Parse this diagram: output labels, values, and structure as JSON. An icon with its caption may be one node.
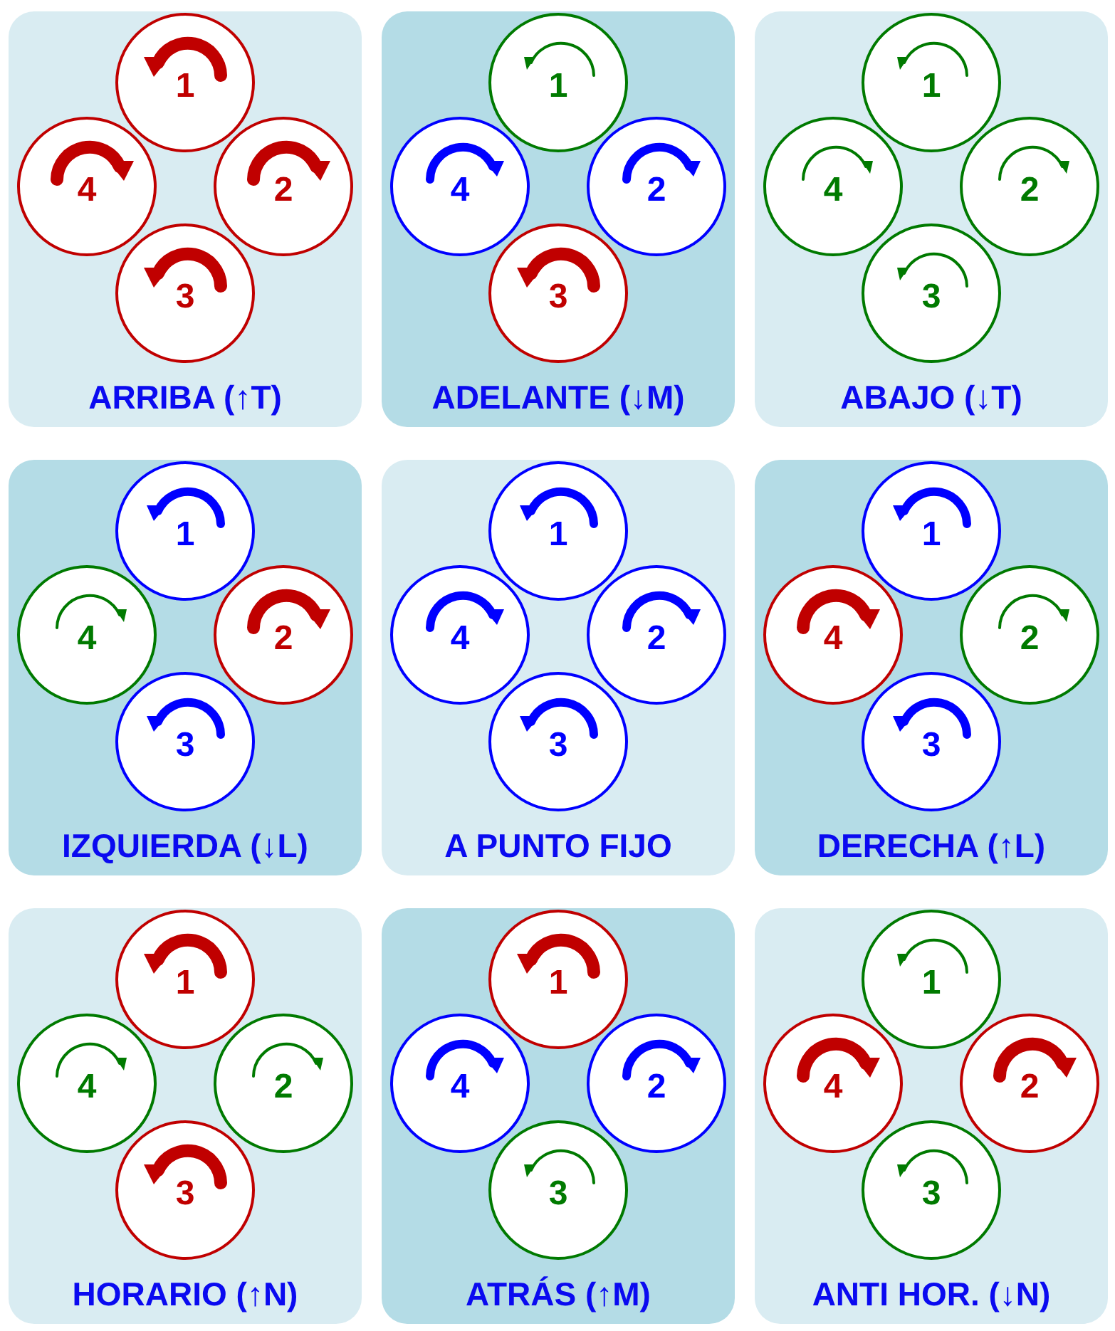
{
  "diagram": {
    "nodes": [
      {
        "text": [
          "ARRIBA (↑T)"
        ]
      },
      {
        "text": [
          "1"
        ],
        "in": 0
      },
      {
        "text": [
          "4"
        ],
        "in": 0
      },
      {
        "text": [
          "2"
        ],
        "in": 0
      },
      {
        "text": [
          "3"
        ],
        "in": 0
      },
      {
        "text": [
          "ADELANTE (↓M)"
        ]
      },
      {
        "text": [
          "1"
        ],
        "in": 5
      },
      {
        "text": [
          "4"
        ],
        "in": 5
      },
      {
        "text": [
          "2"
        ],
        "in": 5
      },
      {
        "text": [
          "3"
        ],
        "in": 5
      },
      {
        "text": [
          "ABAJO (↓T)"
        ]
      },
      {
        "text": [
          "1"
        ],
        "in": 10
      },
      {
        "text": [
          "4"
        ],
        "in": 10
      },
      {
        "text": [
          "2"
        ],
        "in": 10
      },
      {
        "text": [
          "3"
        ],
        "in": 10
      },
      {
        "text": [
          "IZQUIERDA (↓L)"
        ]
      },
      {
        "text": [
          "1"
        ],
        "in": 15
      },
      {
        "text": [
          "4"
        ],
        "in": 15
      },
      {
        "text": [
          "2"
        ],
        "in": 15
      },
      {
        "text": [
          "3"
        ],
        "in": 15
      },
      {
        "text": [
          "A PUNTO FIJO"
        ]
      },
      {
        "text": [
          "1"
        ],
        "in": 20
      },
      {
        "text": [
          "4"
        ],
        "in": 20
      },
      {
        "text": [
          "2"
        ],
        "in": 20
      },
      {
        "text": [
          "3"
        ],
        "in": 20
      },
      {
        "text": [
          "DERECHA (↑L)"
        ]
      },
      {
        "text": [
          "1"
        ],
        "in": 25
      },
      {
        "text": [
          "4"
        ],
        "in": 25
      },
      {
        "text": [
          "2"
        ],
        "in": 25
      },
      {
        "text": [
          "3"
        ],
        "in": 25
      },
      {
        "text": [
          "HORARIO (↑N)"
        ]
      },
      {
        "text": [
          "1"
        ],
        "in": 30
      },
      {
        "text": [
          "4"
        ],
        "in": 30
      },
      {
        "text": [
          "2"
        ],
        "in": 30
      },
      {
        "text": [
          "3"
        ],
        "in": 30
      },
      {
        "text": [
          "ATRÁS (↑M)"
        ]
      },
      {
        "text": [
          "1"
        ],
        "in": 35
      },
      {
        "text": [
          "4"
        ],
        "in": 35
      },
      {
        "text": [
          "2"
        ],
        "in": 35
      },
      {
        "text": [
          "3"
        ],
        "in": 35
      },
      {
        "text": [
          "ANTI HOR. (↓N)"
        ]
      },
      {
        "text": [
          "1"
        ],
        "in": 40
      },
      {
        "text": [
          "4"
        ],
        "in": 40
      },
      {
        "text": [
          "2"
        ],
        "in": 40
      },
      {
        "text": [
          "3"
        ],
        "in": 40
      }
    ]
  }
}
